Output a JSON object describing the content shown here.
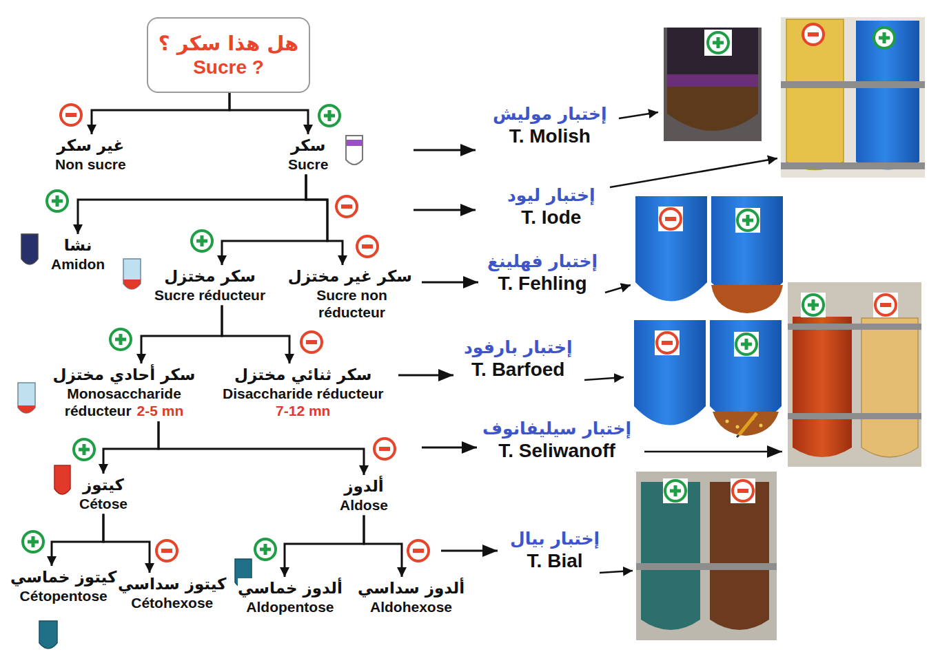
{
  "diagram": {
    "nodes": [
      {
        "text": [
          "هل هذا سكر ؟",
          "Sucre ?"
        ]
      },
      {
        "text": [
          "غير سكر",
          "Non sucre"
        ]
      },
      {
        "text": [
          "سكر",
          "Sucre"
        ]
      },
      {
        "text": [
          "نشا",
          "Amidon"
        ]
      },
      {
        "text": [
          "سكر مختزل",
          "Sucre réducteur"
        ]
      },
      {
        "text": [
          "سكر غير مختزل",
          "Sucre non réducteur"
        ]
      },
      {
        "text": [
          "سكر أحادي مختزل",
          "Monosaccharide réducteur",
          "2-5 mn"
        ]
      },
      {
        "text": [
          "سكر ثنائي مختزل",
          "Disaccharide réducteur",
          "7-12 mn"
        ]
      },
      {
        "text": [
          "كيتوز",
          "Cétose"
        ]
      },
      {
        "text": [
          "ألدوز",
          "Aldose"
        ]
      },
      {
        "text": [
          "كيتوز خماسي",
          "Cétopentose"
        ]
      },
      {
        "text": [
          "كيتوز سداسي",
          "Cétohexose"
        ]
      },
      {
        "text": [
          "ألدوز خماسي",
          "Aldopentose"
        ]
      },
      {
        "text": [
          "ألدوز سداسي",
          "Aldohexose"
        ]
      },
      {
        "text": [
          "إختبار موليش",
          "T. Molish"
        ]
      },
      {
        "text": [
          "إختبار ليود",
          "T. Iode"
        ]
      },
      {
        "text": [
          "إختبار فهلينغ",
          "T. Fehling"
        ]
      },
      {
        "text": [
          "إختبار بارفود",
          "T. Barfoed"
        ]
      },
      {
        "text": [
          "إختبار سيليفانوف",
          "T. Seliwanoff"
        ]
      },
      {
        "text": [
          "إختبار بيال",
          "T. Bial"
        ]
      }
    ],
    "edges": [
      {
        "from": 0,
        "to": 1,
        "arrow": "to"
      },
      {
        "from": 0,
        "to": 2,
        "arrow": "to"
      },
      {
        "from": 2,
        "to": 3,
        "arrow": "to"
      },
      {
        "from": 2,
        "to": 4,
        "arrow": "to"
      },
      {
        "from": 2,
        "to": 5,
        "arrow": "to"
      },
      {
        "from": 4,
        "to": 6,
        "arrow": "to"
      },
      {
        "from": 4,
        "to": 7,
        "arrow": "to"
      },
      {
        "from": 6,
        "to": 8,
        "arrow": "to"
      },
      {
        "from": 6,
        "to": 9,
        "arrow": "to"
      },
      {
        "from": 8,
        "to": 10,
        "arrow": "to"
      },
      {
        "from": 8,
        "to": 11,
        "arrow": "to"
      },
      {
        "from": 9,
        "to": 12,
        "arrow": "to"
      },
      {
        "from": 9,
        "to": 13,
        "arrow": "to"
      }
    ]
  }
}
